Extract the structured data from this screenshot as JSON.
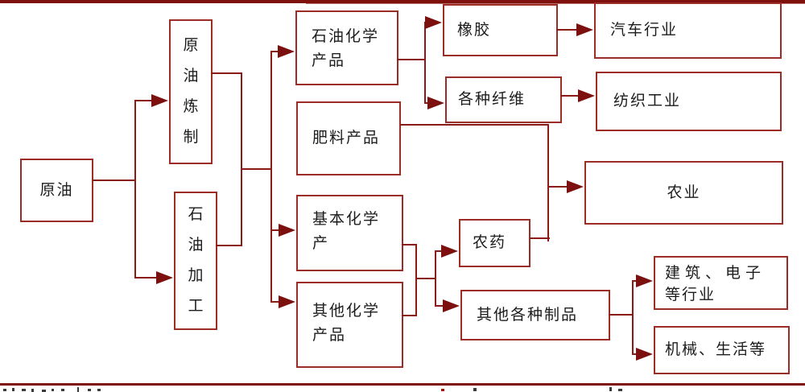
{
  "diagram_name": "petroleum-products-flowchart",
  "nodes": {
    "crude_oil": {
      "label": "原油"
    },
    "crude_refining": {
      "label": "原油炼制"
    },
    "petroleum_processing": {
      "label": "石油加工"
    },
    "petrochemical_products": {
      "lines": [
        "石油化学",
        "产品"
      ]
    },
    "fertilizer_products": {
      "label": "肥料产品"
    },
    "basic_chemical": {
      "lines": [
        "基本化学",
        "产"
      ]
    },
    "other_chemical": {
      "lines": [
        "其他化学",
        "产品"
      ]
    },
    "rubber": {
      "label": "橡胶"
    },
    "fibers": {
      "label": "各种纤维"
    },
    "auto_industry": {
      "label": "汽车行业"
    },
    "textile_industry": {
      "label": "纺织工业"
    },
    "agriculture": {
      "label": "农业"
    },
    "pesticide": {
      "label": "农药"
    },
    "other_products": {
      "label": "其他各种制品"
    },
    "construction_electronics": {
      "lines": [
        "建筑、电子",
        "等行业"
      ]
    },
    "machinery_life": {
      "label": "机械、生活等"
    }
  },
  "edges": [
    {
      "from": "crude_oil",
      "to": "crude_refining"
    },
    {
      "from": "crude_oil",
      "to": "petroleum_processing"
    },
    {
      "from": "crude_refining",
      "to": "petrochemical_products"
    },
    {
      "from": "petroleum_processing",
      "to": "petrochemical_products"
    },
    {
      "from": "crude_refining",
      "to": "basic_chemical"
    },
    {
      "from": "petroleum_processing",
      "to": "basic_chemical"
    },
    {
      "from": "crude_refining",
      "to": "other_chemical"
    },
    {
      "from": "petroleum_processing",
      "to": "other_chemical"
    },
    {
      "from": "petrochemical_products",
      "to": "rubber"
    },
    {
      "from": "petrochemical_products",
      "to": "fibers"
    },
    {
      "from": "rubber",
      "to": "auto_industry"
    },
    {
      "from": "fibers",
      "to": "textile_industry"
    },
    {
      "from": "fertilizer_products",
      "to": "agriculture"
    },
    {
      "from": "pesticide",
      "to": "agriculture"
    },
    {
      "from": "basic_chemical",
      "to": "pesticide"
    },
    {
      "from": "other_chemical",
      "to": "pesticide"
    },
    {
      "from": "basic_chemical",
      "to": "other_products"
    },
    {
      "from": "other_chemical",
      "to": "other_products"
    },
    {
      "from": "other_products",
      "to": "construction_electronics"
    },
    {
      "from": "other_products",
      "to": "machinery_life"
    }
  ],
  "colors": {
    "top_bar": "#7e100e",
    "bottom_bar": "#7e100e",
    "box_border": "#9b2c26",
    "connector_line": "#8b1b17",
    "arrowhead": "#7c100e",
    "text": "#1c1c1c",
    "background": "#ffffff"
  }
}
